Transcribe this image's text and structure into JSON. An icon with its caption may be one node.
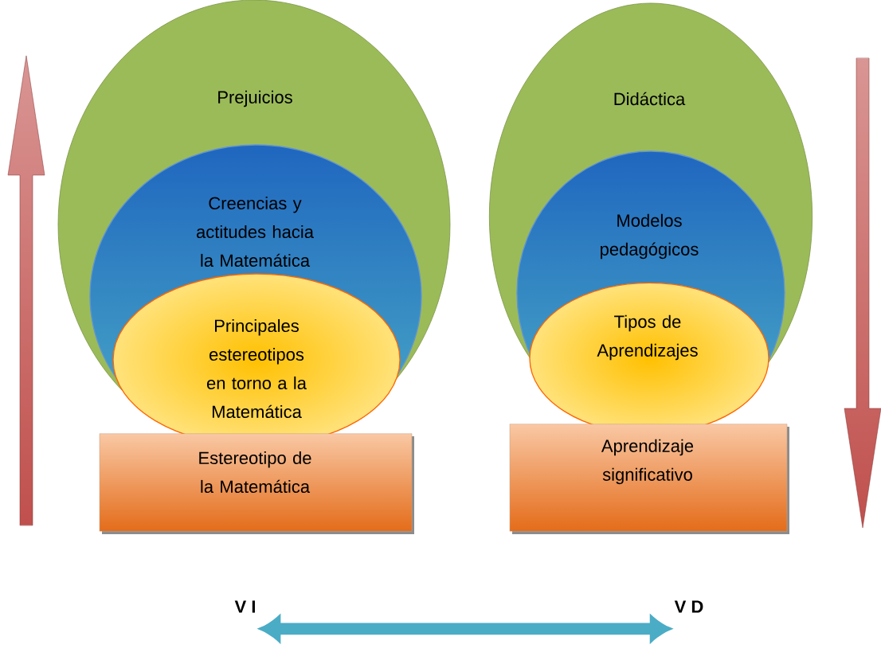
{
  "diagram": {
    "nodes": [
      {
        "text": [
          "Prejuicios"
        ]
      },
      {
        "text": [
          "Creencias y actitudes hacia la Matemática"
        ],
        "in": 0
      },
      {
        "text": [
          "Principales estereotipos en torno a la Matemática"
        ],
        "in": 1
      },
      {
        "text": [
          "Estereotipo de la Matemática"
        ]
      },
      {
        "text": [
          "Didáctica"
        ]
      },
      {
        "text": [
          "Modelos pedagógicos"
        ],
        "in": 4
      },
      {
        "text": [
          "Tipos de Aprendizajes"
        ],
        "in": 5
      },
      {
        "text": [
          "Aprendizaje significativo"
        ]
      },
      {
        "text": [
          "V I"
        ]
      },
      {
        "text": [
          "V D"
        ]
      }
    ],
    "edges": [
      {
        "from": 8,
        "to": 9,
        "arrow": "both"
      }
    ]
  }
}
